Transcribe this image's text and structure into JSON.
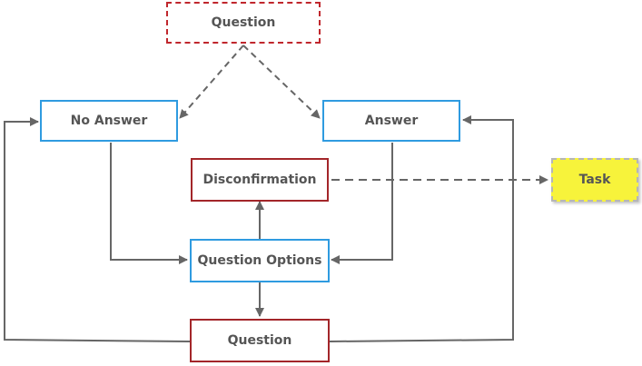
{
  "nodes": {
    "question_top": "Question",
    "no_answer": "No Answer",
    "answer": "Answer",
    "disconfirmation": "Disconfirmation",
    "task": "Task",
    "question_options": "Question Options",
    "question_bottom": "Question"
  },
  "colors": {
    "blue_border": "#2f9be0",
    "red_border": "#a3262a",
    "task_fill": "#f7f33b",
    "connector": "#666666",
    "text": "#555555"
  }
}
